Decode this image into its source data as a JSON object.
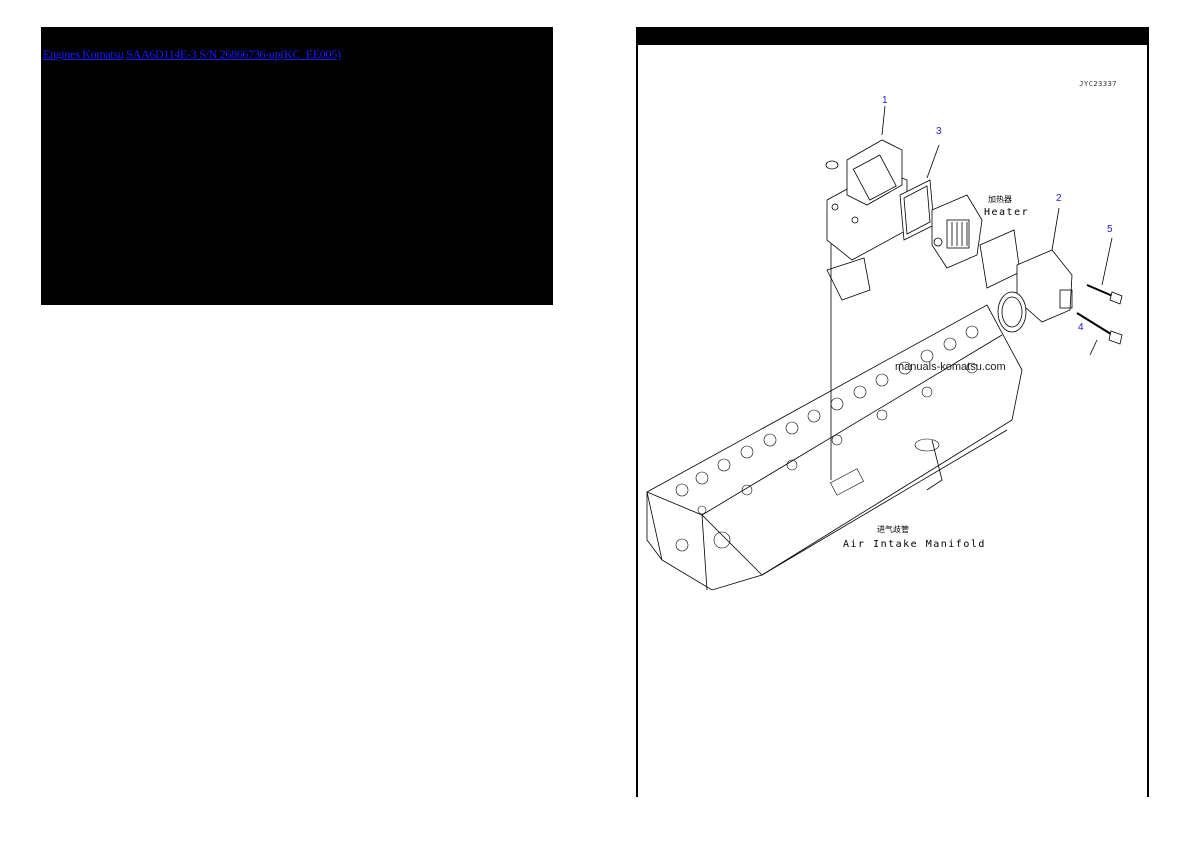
{
  "breadcrumb": {
    "items": [
      {
        "label": "Engines Komatsu"
      },
      {
        "label": "SAA6D114E-3 S/N 26866736-up(KC_EE005)"
      }
    ]
  },
  "diagram": {
    "id": "JYC23337",
    "callouts": [
      "1",
      "2",
      "3",
      "4",
      "5"
    ],
    "labels": {
      "heater_cn": "加热器",
      "heater_en": "Heater",
      "manifold_cn": "进气歧管",
      "manifold_en": "Air Intake Manifold"
    },
    "watermark": "manuals-komatsu.com"
  },
  "colors": {
    "link": "#1a1aff",
    "callout": "#2222cc",
    "panel_bg": "#000000"
  }
}
